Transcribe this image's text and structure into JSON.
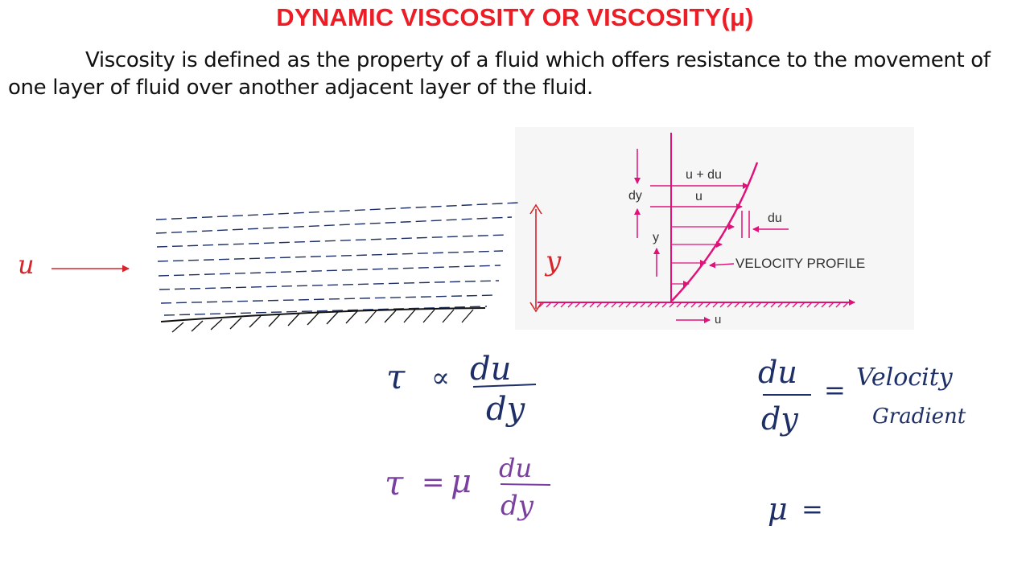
{
  "slide": {
    "title": "DYNAMIC VISCOSITY OR VISCOSITY(μ)",
    "definition": "Viscosity is defined as the property of a fluid which offers resistance to the movement of one layer of fluid over another adjacent layer of the fluid."
  },
  "velocity_profile_figure": {
    "label_u_plus_du": "u + du",
    "label_u": "u",
    "label_dy": "dy",
    "label_du": "du",
    "label_y": "y",
    "label_profile": "VELOCITY PROFILE",
    "label_bottom_u": "u"
  },
  "sketch": {
    "flow_label": "u",
    "height_label": "y"
  },
  "equations": {
    "proportional": {
      "lhs": "τ",
      "op": "∝",
      "num": "du",
      "den": "dy"
    },
    "newton": {
      "lhs": "τ",
      "op": "=",
      "coef": "μ",
      "num": "du",
      "den": "dy"
    },
    "gradient": {
      "num": "du",
      "den": "dy",
      "op": "=",
      "text_line1": "Velocity",
      "text_line2": "Gradient"
    },
    "mu": {
      "lhs": "μ",
      "op": "="
    }
  },
  "colors": {
    "title": "#ee1c25",
    "figure_magenta": "#e0127a",
    "ink_blue": "#1d2f66",
    "ink_purple": "#7a3fa0",
    "ink_red": "#d9232a"
  }
}
